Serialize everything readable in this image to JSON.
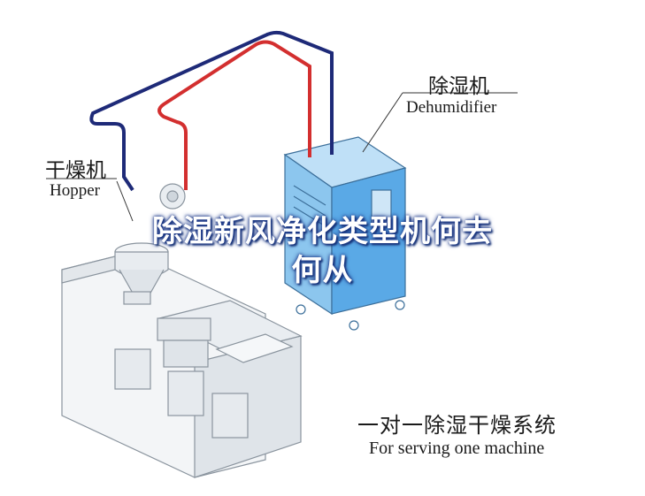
{
  "headline": {
    "line1": "除湿新风净化类型机何去",
    "line2": "何从"
  },
  "labels": {
    "dehumidifier_cn": "除湿机",
    "dehumidifier_en": "Dehumidifier",
    "hopper_cn": "干燥机",
    "hopper_en": "Hopper",
    "system_cn": "一对一除湿干燥系统",
    "system_en": "For serving one machine"
  },
  "colors": {
    "supply_pipe": "#d32f2f",
    "return_pipe": "#1e2a78",
    "cabinet": "#5aa9e6",
    "machine": "#eef1f4"
  }
}
